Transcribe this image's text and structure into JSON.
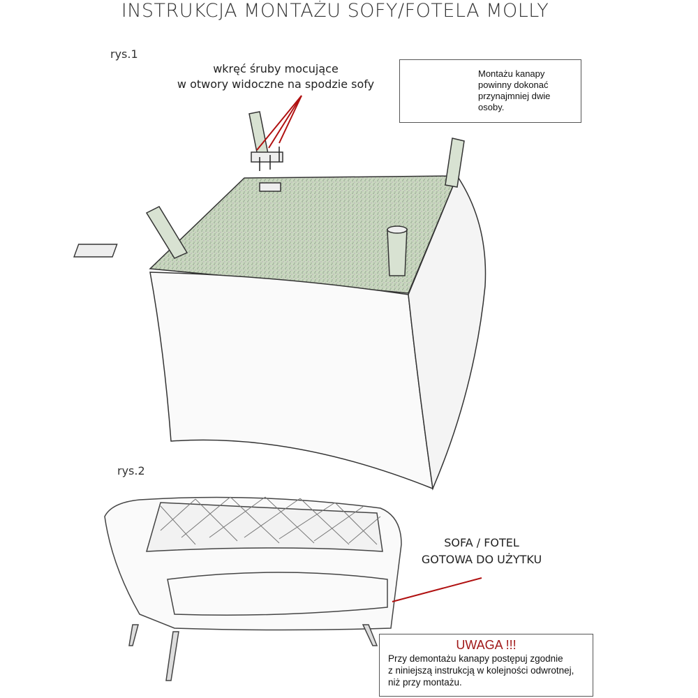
{
  "title": "INSTRUKCJA MONTAŻU SOFY/FOTELA MOLLY",
  "figure1": {
    "label": "rys.1",
    "instruction_lines": [
      "wkręć śruby mocujące",
      "w otwory widoczne na spodzie sofy"
    ]
  },
  "people_note": {
    "lines": [
      "Montażu kanapy",
      "powinny dokonać",
      "przynajmniej dwie",
      "osoby."
    ]
  },
  "figure2": {
    "label": "rys.2",
    "ready_lines": [
      "SOFA / FOTEL",
      "GOTOWA DO UŻYTKU"
    ]
  },
  "warning": {
    "heading": "UWAGA !!!",
    "lines": [
      "Przy demontażu kanapy postępuj zgodnie",
      "z niniejszą instrukcją w kolejności odwrotnej,",
      "niż przy montażu."
    ]
  },
  "colors": {
    "accent_red": "#a01818",
    "fabric_green": "#c9d8bf"
  }
}
